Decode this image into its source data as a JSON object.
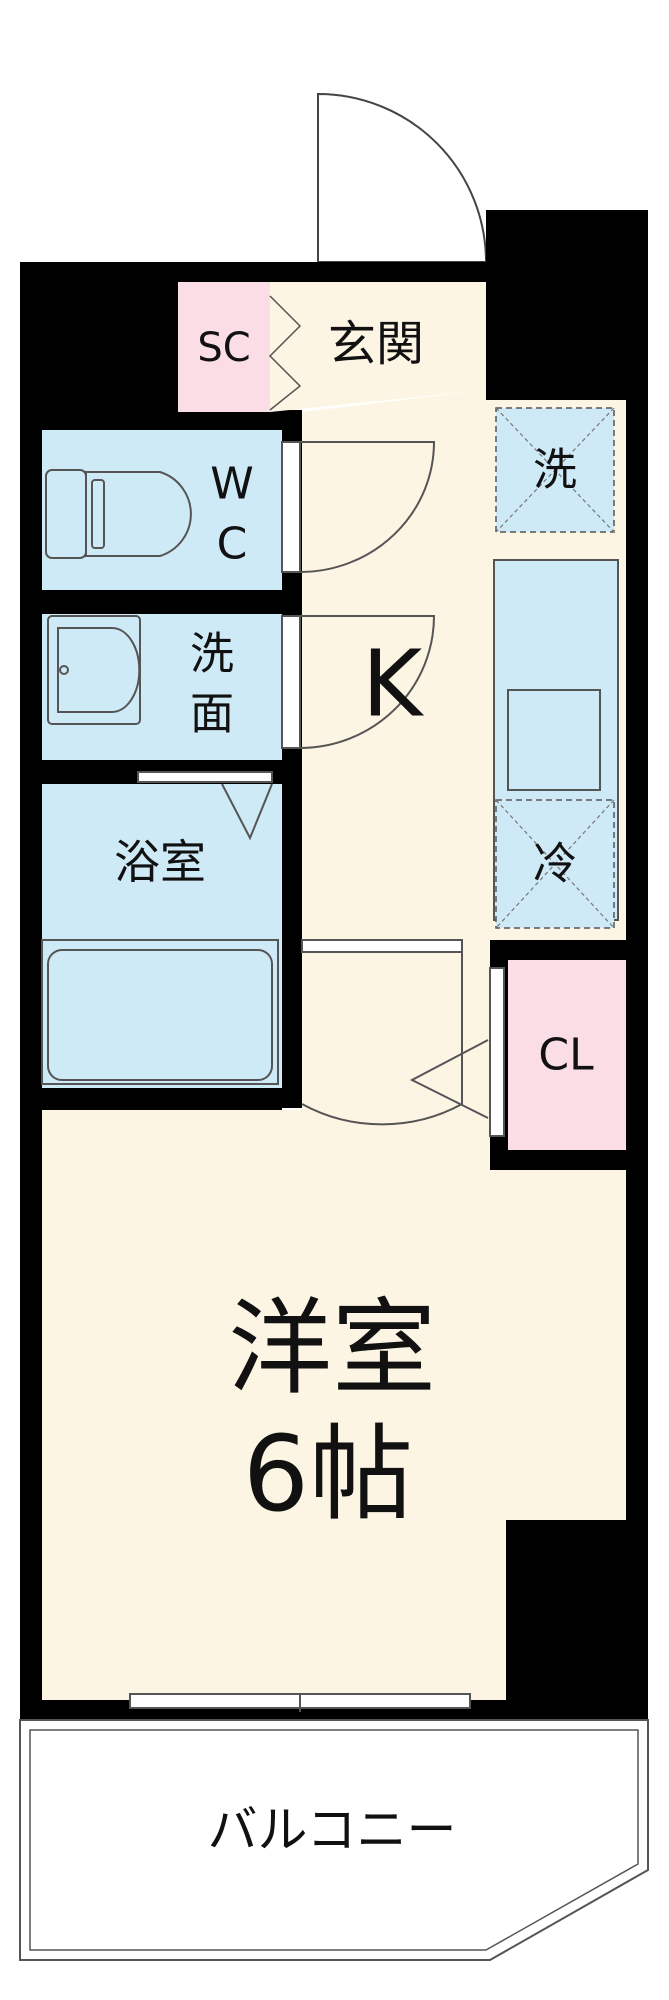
{
  "rooms": {
    "entrance": "玄関",
    "shoe_closet": "SC",
    "wc_line1": "W",
    "wc_line2": "C",
    "washroom_line1": "洗",
    "washroom_line2": "面",
    "bathroom": "浴室",
    "kitchen": "K",
    "washer_space": "洗",
    "fridge_space": "冷",
    "closet": "CL",
    "western_room": "洋室",
    "western_room_size": "6帖",
    "balcony": "バルコニー"
  },
  "colors": {
    "wall": "#000000",
    "floor": "#fdf5e4",
    "wet_area": "#cfeaf7",
    "storage": "#fbdde6",
    "outline": "#555555"
  }
}
